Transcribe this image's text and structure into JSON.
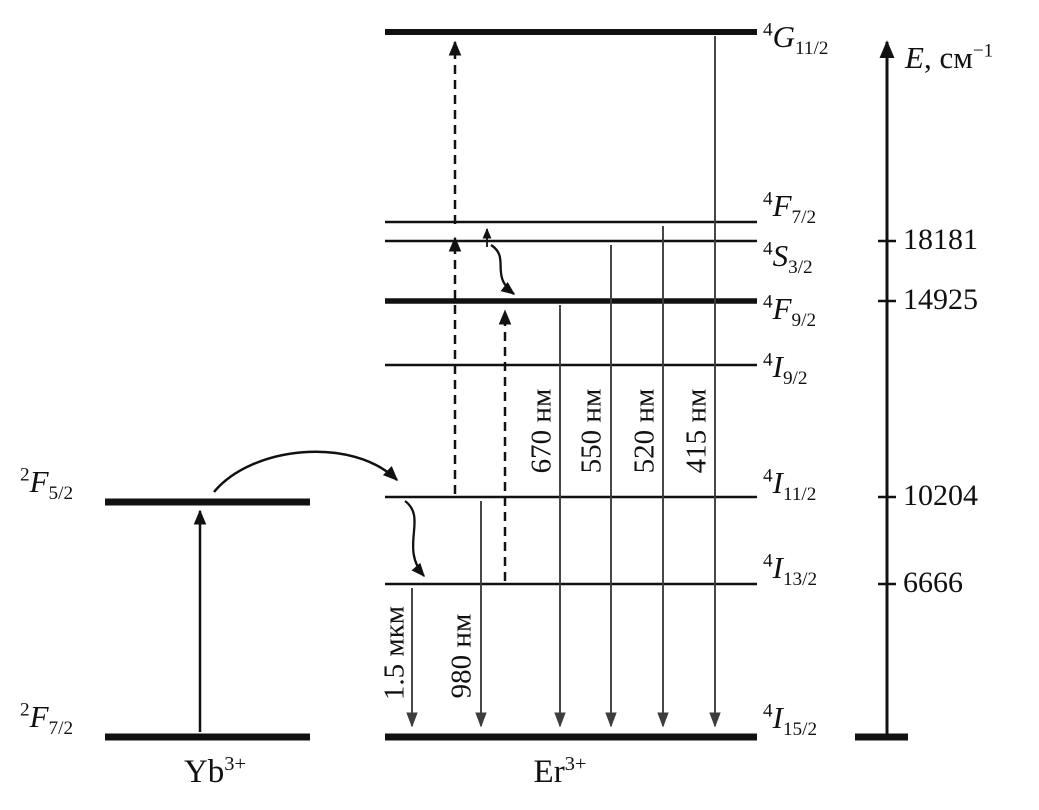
{
  "yb": {
    "ion": {
      "element": "Yb",
      "charge": "3+"
    },
    "levels": [
      {
        "sup": "2",
        "letter": "F",
        "sub": "5/2"
      },
      {
        "sup": "2",
        "letter": "F",
        "sub": "7/2"
      }
    ]
  },
  "er": {
    "ion": {
      "element": "Er",
      "charge": "3+"
    },
    "levels": [
      {
        "sup": "4",
        "letter": "G",
        "sub": "11/2"
      },
      {
        "sup": "4",
        "letter": "F",
        "sub": "7/2"
      },
      {
        "sup": "4",
        "letter": "S",
        "sub": "3/2"
      },
      {
        "sup": "4",
        "letter": "F",
        "sub": "9/2"
      },
      {
        "sup": "4",
        "letter": "I",
        "sub": "9/2"
      },
      {
        "sup": "4",
        "letter": "I",
        "sub": "11/2"
      },
      {
        "sup": "4",
        "letter": "I",
        "sub": "13/2"
      },
      {
        "sup": "4",
        "letter": "I",
        "sub": "15/2"
      }
    ]
  },
  "axis": {
    "symbol": "E",
    "unit": ", см",
    "exponent": "−1",
    "ticks": [
      "18181",
      "14925",
      "10204",
      "6666"
    ]
  },
  "emissions": [
    "1.5 мкм",
    "980 нм",
    "670 нм",
    "550 нм",
    "520 нм",
    "415 нм"
  ],
  "colors": {
    "line": "#111111",
    "emission_arrow": "#3d3d3d",
    "background": "#ffffff"
  }
}
